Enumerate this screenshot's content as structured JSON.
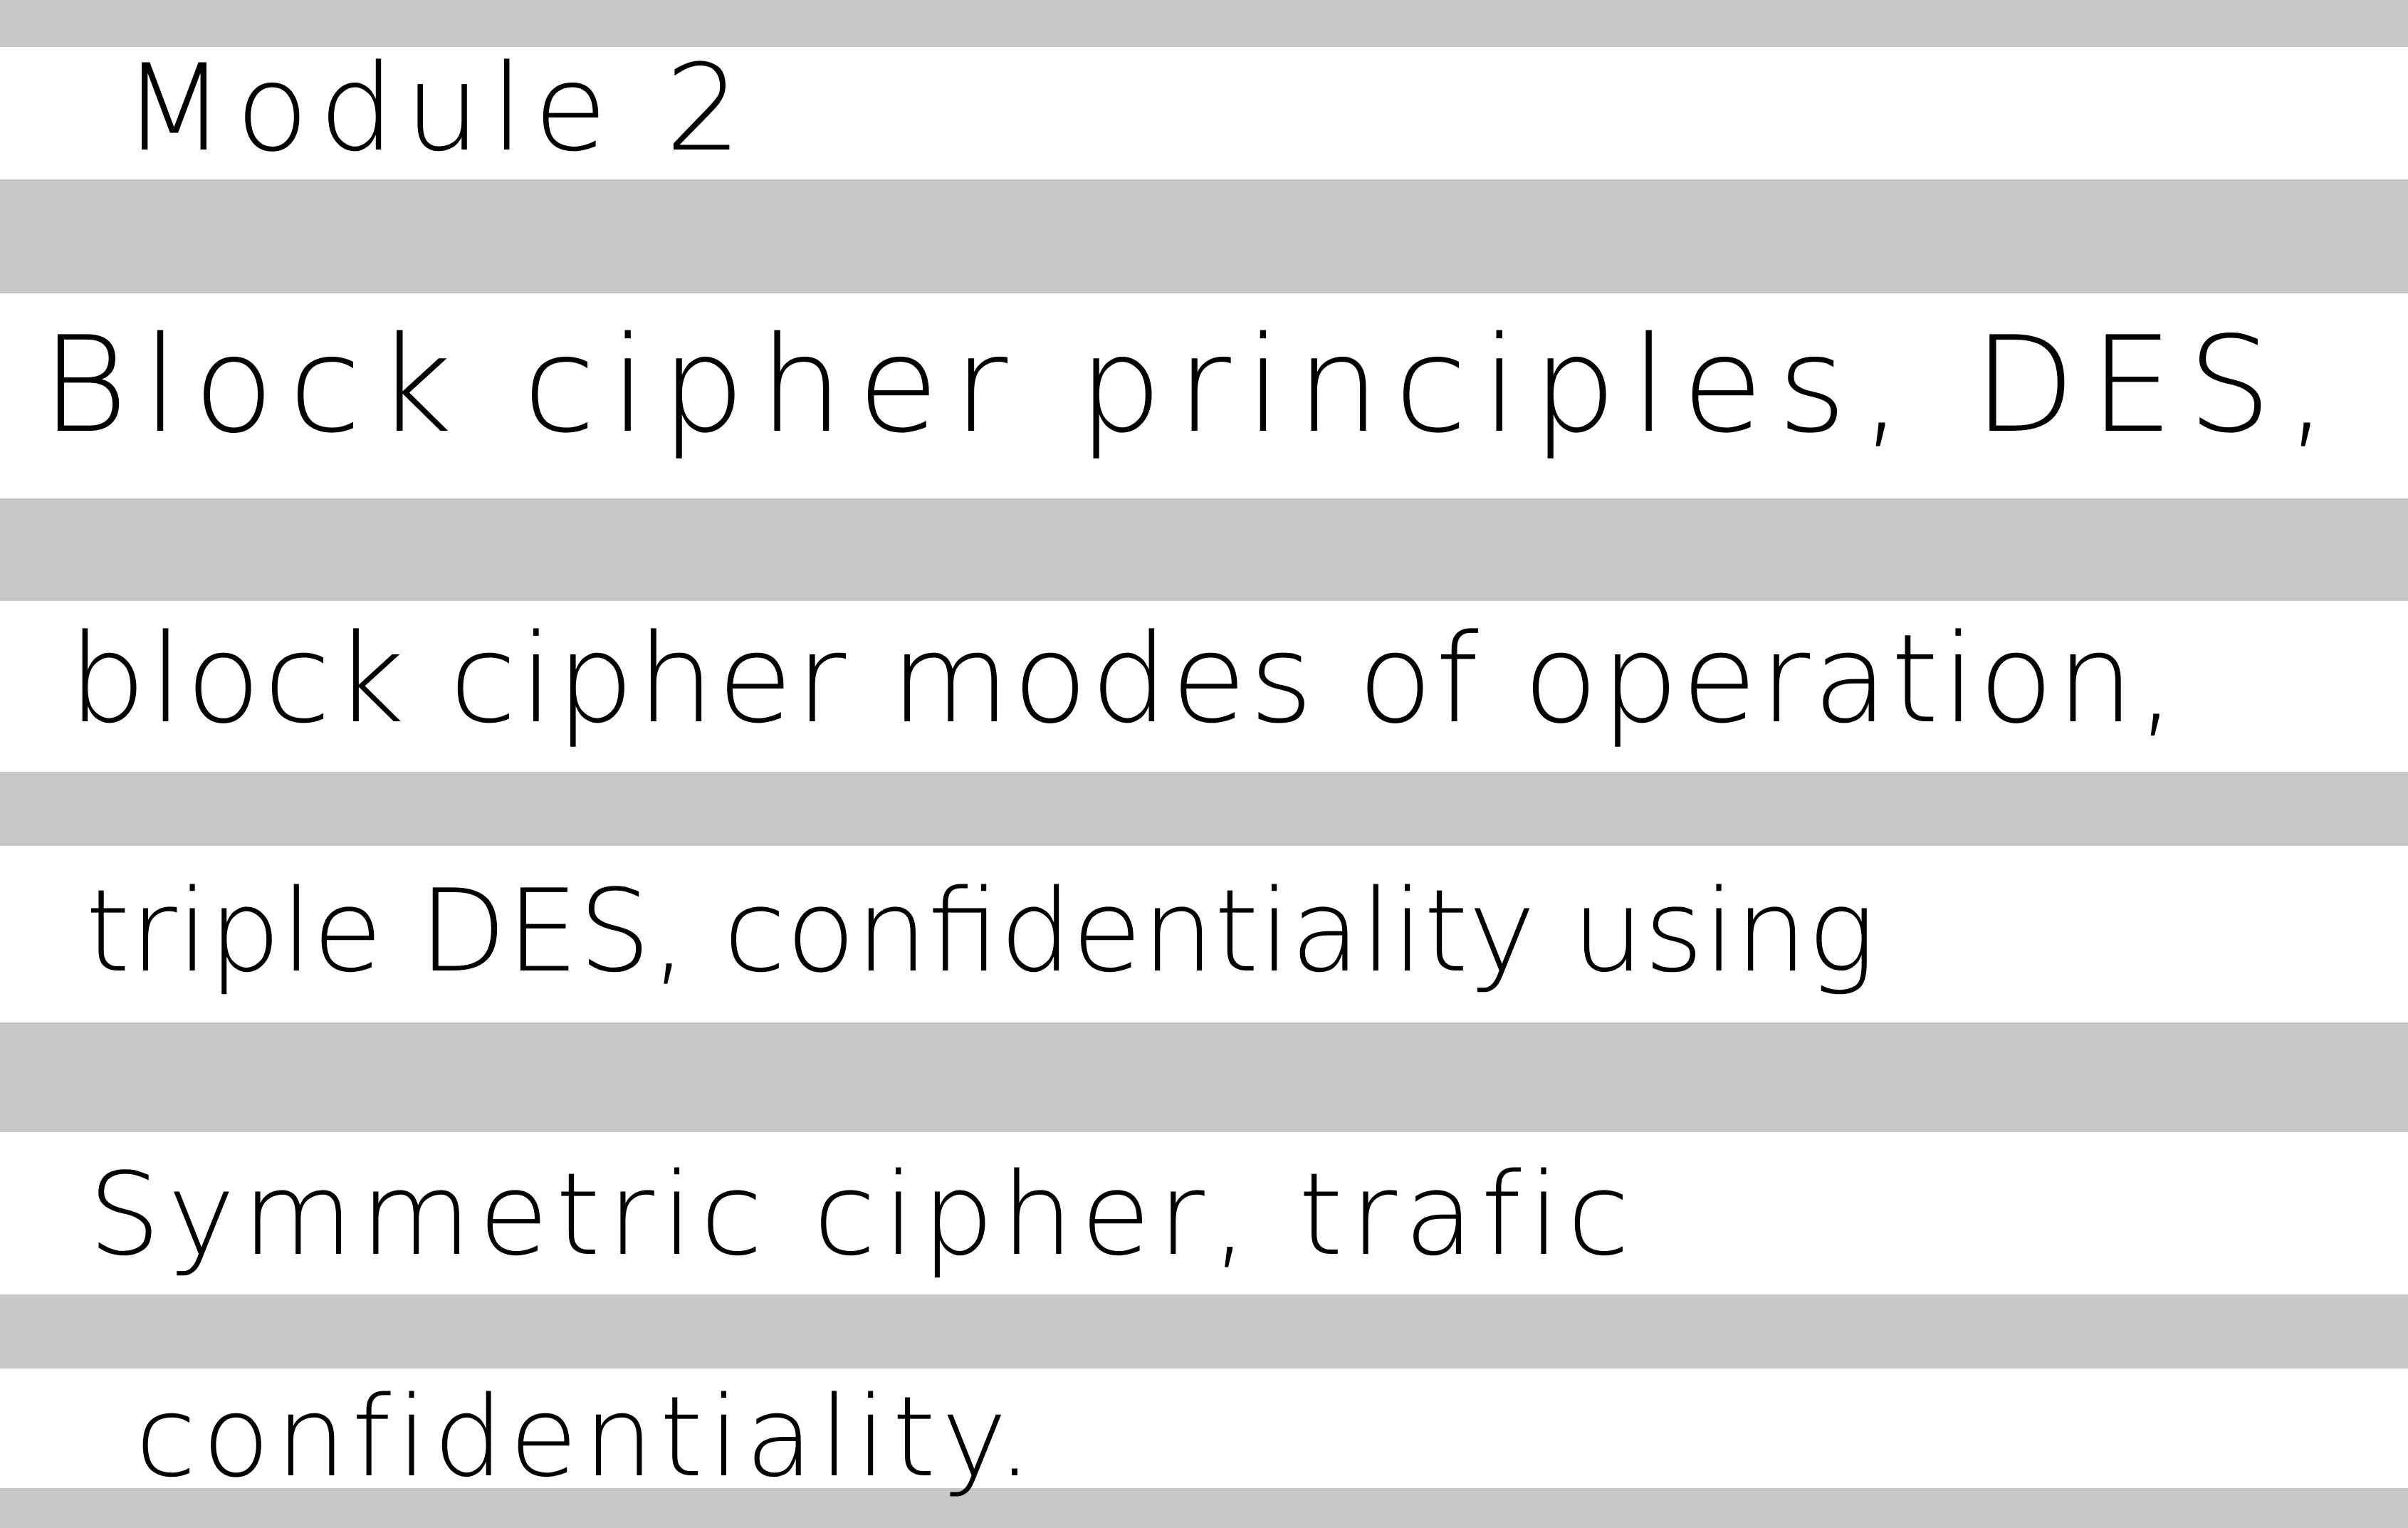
{
  "page": {
    "background_color": "#ffffff",
    "stripe_color": "#c6c6c6",
    "ink_color": "#000000"
  },
  "notes": {
    "heading": "Module 2",
    "lines": [
      "Block cipher principles, DES,",
      "block cipher modes of operation,",
      "triple DES, confidentiality using",
      "Symmetric cipher, trafic",
      "confidentiality."
    ]
  }
}
